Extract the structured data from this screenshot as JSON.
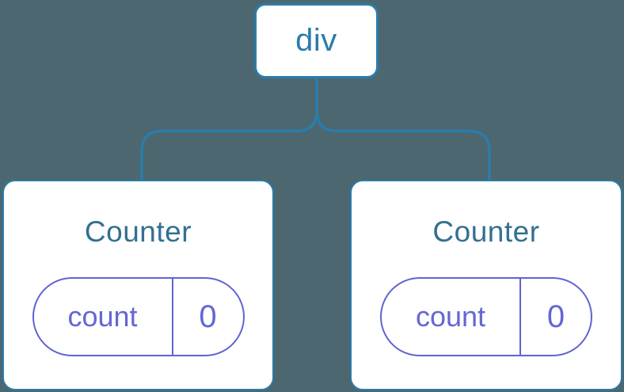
{
  "diagram": {
    "description": "component tree",
    "root": {
      "label": "div"
    },
    "children": [
      {
        "title": "Counter",
        "state": {
          "key": "count",
          "value": "0"
        }
      },
      {
        "title": "Counter",
        "state": {
          "key": "count",
          "value": "0"
        }
      }
    ]
  },
  "colors": {
    "background": "#4C6770",
    "connector_blue": "#2B7CAB",
    "component_title": "#33708F",
    "state_purple": "#5E64D2",
    "node_fill": "#ffffff"
  }
}
